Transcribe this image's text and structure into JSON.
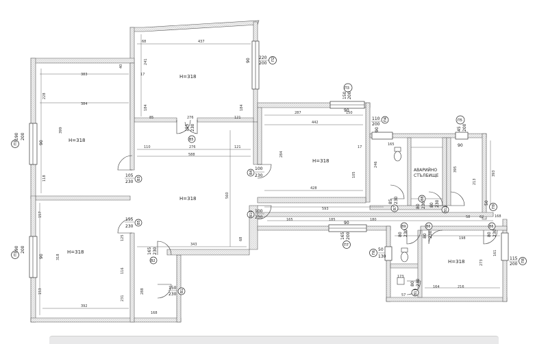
{
  "rooms": [
    {
      "id": "top_center",
      "height_label": "H=318"
    },
    {
      "id": "left_upper",
      "height_label": "H=318"
    },
    {
      "id": "center",
      "height_label": "H=318"
    },
    {
      "id": "right_center",
      "height_label": "H=318"
    },
    {
      "id": "left_lower",
      "height_label": "H=318"
    },
    {
      "id": "bottom_right",
      "height_label": "H=318"
    }
  ],
  "stair": {
    "line1": "АВАРИЙНО",
    "line2": "СТЪЛБИЩЕ"
  },
  "openings": {
    "p1": {
      "tag": "П1",
      "w": "190",
      "h": "200",
      "sill": "90"
    },
    "p1b": {
      "tag": "П1",
      "w": "190",
      "h": "200",
      "sill": "90"
    },
    "p2": {
      "tag": "П2",
      "w": "220",
      "h": "200",
      "sill": "90"
    },
    "p3": {
      "tag": "П3",
      "w": "150",
      "h": "200",
      "sill": "90"
    },
    "p4": {
      "tag": "П4",
      "w": "110",
      "h": "200",
      "sill": "90"
    },
    "p5": {
      "tag": "П5",
      "w": "45",
      "h": "200",
      "sill": "90"
    },
    "p6": {
      "tag": "П6",
      "w": "50",
      "h": "130"
    },
    "p7": {
      "tag": "П7",
      "w": "165",
      "h": "200",
      "sill": "90"
    },
    "p8": {
      "tag": "П8",
      "w": "115",
      "h": "200"
    },
    "p9": {
      "tag": "П9",
      "w": "50",
      "h": "200"
    },
    "b1": {
      "tag": "В1",
      "w": "150",
      "h": "230"
    },
    "b2": {
      "tag": "В2",
      "w": "165",
      "h": "230"
    },
    "b3": {
      "tag": "В3",
      "w": "105",
      "h": "230"
    },
    "b4": {
      "tag": "В4",
      "w": "100",
      "h": "230"
    },
    "b5": {
      "tag": "В5",
      "w": "155",
      "h": "230"
    },
    "b6": {
      "tag": "В6",
      "w": "80",
      "h": "230"
    },
    "b7": {
      "tag": "В7",
      "w": "85",
      "h": "230"
    },
    "b8": {
      "tag": "В8",
      "w": "80",
      "h": "230"
    },
    "b9": {
      "tag": "В9",
      "w": "80",
      "h": "230"
    },
    "b10": {
      "tag": "В10",
      "w": "100",
      "h": "230"
    },
    "b11": {
      "tag": "В11",
      "w": "80",
      "h": "230"
    },
    "b12": {
      "tag": "В12",
      "w": "80",
      "h": "230"
    }
  },
  "dims": {
    "d437": "437",
    "d68": "68",
    "d17": "17",
    "d241": "241",
    "d184": "184",
    "d276": "276",
    "d121": "121",
    "d85": "85",
    "d383": "383",
    "d384": "384",
    "d228": "228",
    "d399": "399",
    "d118": "118",
    "d40": "40",
    "d110": "110",
    "d276b": "276",
    "d121b": "121",
    "d588": "588",
    "d560": "560",
    "d343": "343",
    "d68b": "68",
    "d287": "287",
    "d442": "442",
    "d150": "150",
    "d284": "284",
    "d428": "428",
    "d17b": "17",
    "d105": "105",
    "d165": "165",
    "d593": "593",
    "d185": "185",
    "d180": "180",
    "d165b": "165",
    "d157": "157",
    "d392": "392",
    "d125": "125",
    "d153": "153",
    "d318": "318",
    "d116": "116",
    "d231": "231",
    "d288": "288",
    "d246": "246",
    "d168": "168",
    "d395": "395",
    "d198": "198",
    "d273": "273",
    "d216": "216",
    "d184b": "184",
    "d164": "164",
    "d161": "161",
    "d168b": "168",
    "d173": "173",
    "d57": "57",
    "d62": "62",
    "d58": "58",
    "d393": "393",
    "d213": "213"
  }
}
